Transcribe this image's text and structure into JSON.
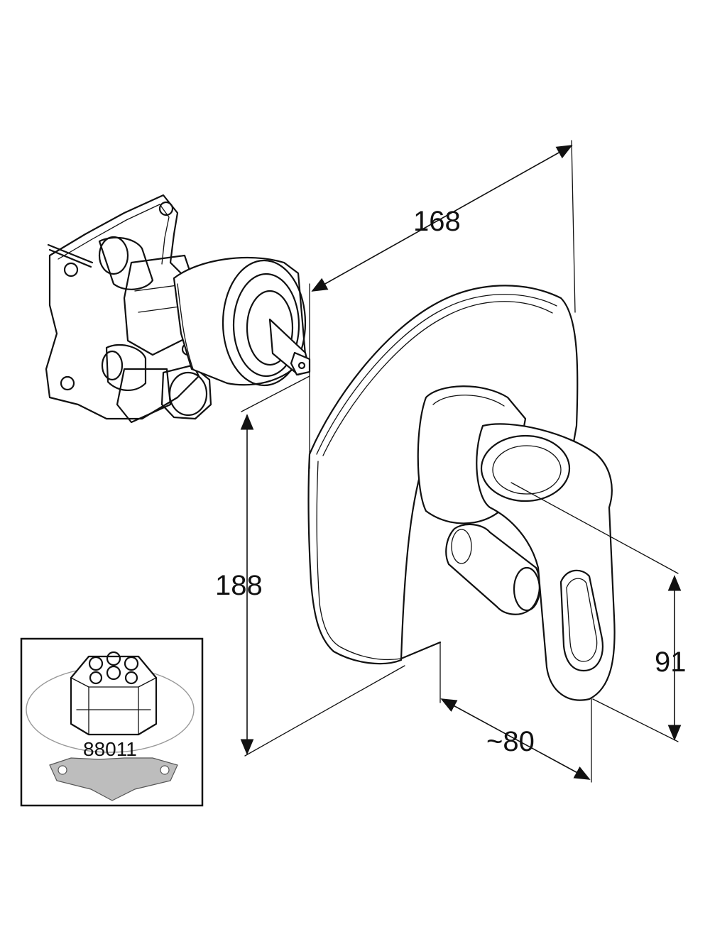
{
  "dimensions": {
    "width": "168",
    "height": "188",
    "projection": "91",
    "depth": "~80"
  },
  "inset": {
    "part_number": "88011"
  },
  "colors": {
    "line": "#111111",
    "background": "#ffffff"
  }
}
